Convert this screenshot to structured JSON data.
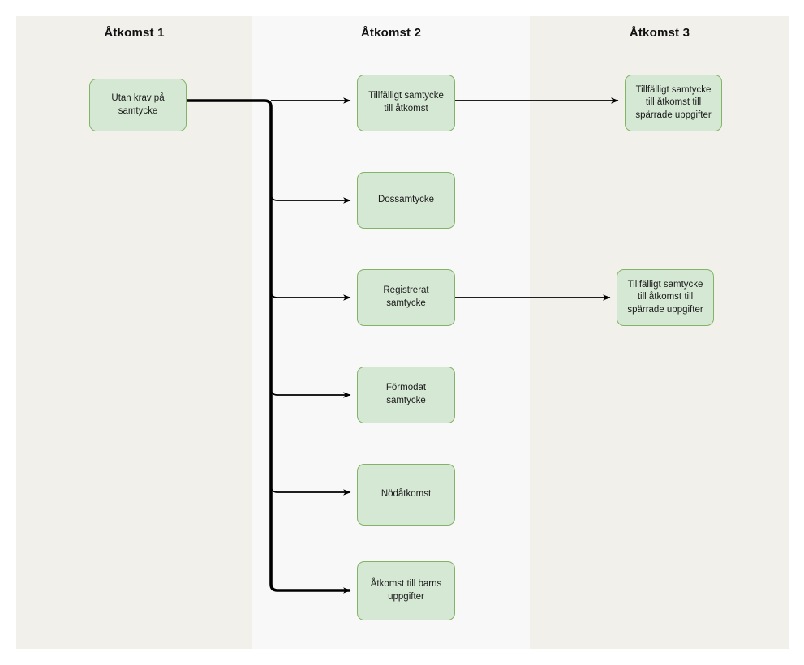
{
  "diagram": {
    "title_lane_1": "Åtkomst 1",
    "title_lane_2": "Åtkomst 2",
    "title_lane_3": "Åtkomst 3",
    "colors": {
      "lane_1_bg": "#f2f0eb",
      "lane_2_bg": "#f8f8f8",
      "lane_3_bg": "#f2f0eb",
      "node_fill": "#d5e8d4",
      "node_border": "#82b366",
      "edge": "#000000",
      "page_bg": "#ffffff"
    },
    "lanes": [
      {
        "name": "Åtkomst 1",
        "nodes": [
          {
            "id": "utan-krav-pa-samtycke",
            "label": "Utan krav på\nsamtycke"
          }
        ]
      },
      {
        "name": "Åtkomst 2",
        "nodes": [
          {
            "id": "tillfalligt-samtycke-till-atkomst",
            "label": "Tillfälligt samtycke\ntill åtkomst"
          },
          {
            "id": "dossamtycke",
            "label": "Dossamtycke"
          },
          {
            "id": "registrerat-samtycke",
            "label": "Registrerat\nsamtycke"
          },
          {
            "id": "formodat-samtycke",
            "label": "Förmodat\nsamtycke"
          },
          {
            "id": "nodatkomst",
            "label": "Nödåtkomst"
          },
          {
            "id": "atkomst-till-barns-uppgifter",
            "label": "Åtkomst till barns\nuppgifter"
          }
        ]
      },
      {
        "name": "Åtkomst 3",
        "nodes": [
          {
            "id": "tillfalligt-samtycke-sparrade-1",
            "label": "Tillfälligt samtycke\ntill åtkomst till\nspärrade uppgifter"
          },
          {
            "id": "tillfalligt-samtycke-sparrade-2",
            "label": "Tillfälligt samtycke\ntill åtkomst till\nspärrade uppgifter"
          }
        ]
      }
    ],
    "edges": [
      {
        "from": "utan-krav-pa-samtycke",
        "to": "tillfalligt-samtycke-till-atkomst"
      },
      {
        "from": "utan-krav-pa-samtycke",
        "to": "dossamtycke"
      },
      {
        "from": "utan-krav-pa-samtycke",
        "to": "registrerat-samtycke"
      },
      {
        "from": "utan-krav-pa-samtycke",
        "to": "formodat-samtycke"
      },
      {
        "from": "utan-krav-pa-samtycke",
        "to": "nodatkomst"
      },
      {
        "from": "utan-krav-pa-samtycke",
        "to": "atkomst-till-barns-uppgifter"
      },
      {
        "from": "tillfalligt-samtycke-till-atkomst",
        "to": "tillfalligt-samtycke-sparrade-1"
      },
      {
        "from": "registrerat-samtycke",
        "to": "tillfalligt-samtycke-sparrade-2"
      }
    ]
  }
}
